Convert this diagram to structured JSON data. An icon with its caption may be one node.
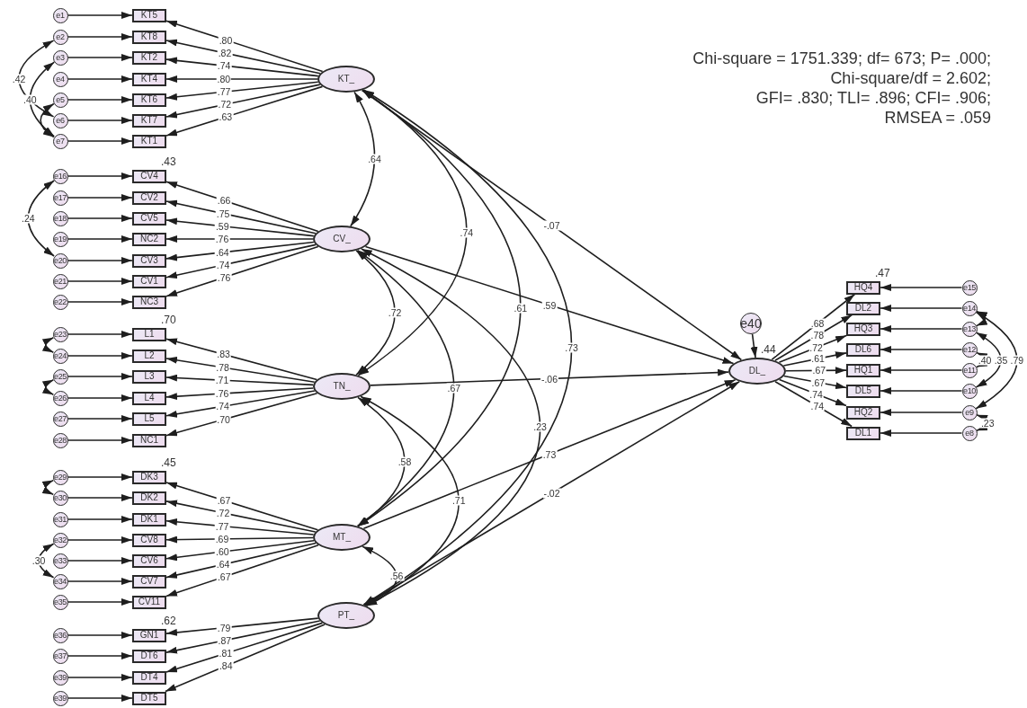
{
  "diagram": {
    "nodes": [
      {
        "text": [
          "KT_"
        ]
      },
      {
        "text": [
          "CV_"
        ]
      },
      {
        "text": [
          "TN_"
        ]
      },
      {
        "text": [
          "MT_"
        ]
      },
      {
        "text": [
          "PT_"
        ]
      },
      {
        "text": [
          "DL_"
        ],
        "beside": [
          ".44"
        ]
      },
      {
        "text": [
          "e40"
        ]
      },
      {
        "text": [
          "KT5"
        ]
      },
      {
        "text": [
          "KT8"
        ]
      },
      {
        "text": [
          "KT2"
        ]
      },
      {
        "text": [
          "KT4"
        ]
      },
      {
        "text": [
          "KT6"
        ]
      },
      {
        "text": [
          "KT7"
        ]
      },
      {
        "text": [
          "KT1"
        ]
      },
      {
        "text": [
          "CV4"
        ],
        "beside": [
          ".43"
        ]
      },
      {
        "text": [
          "CV2"
        ]
      },
      {
        "text": [
          "CV5"
        ]
      },
      {
        "text": [
          "NC2"
        ]
      },
      {
        "text": [
          "CV3"
        ]
      },
      {
        "text": [
          "CV1"
        ]
      },
      {
        "text": [
          "NC3"
        ]
      },
      {
        "text": [
          "L1"
        ],
        "beside": [
          ".70"
        ]
      },
      {
        "text": [
          "L2"
        ]
      },
      {
        "text": [
          "L3"
        ]
      },
      {
        "text": [
          "L4"
        ]
      },
      {
        "text": [
          "L5"
        ]
      },
      {
        "text": [
          "NC1"
        ]
      },
      {
        "text": [
          "DK3"
        ],
        "beside": [
          ".45"
        ]
      },
      {
        "text": [
          "DK2"
        ]
      },
      {
        "text": [
          "DK1"
        ]
      },
      {
        "text": [
          "CV8"
        ]
      },
      {
        "text": [
          "CV6"
        ]
      },
      {
        "text": [
          "CV7"
        ]
      },
      {
        "text": [
          "CV11"
        ]
      },
      {
        "text": [
          "GN1"
        ],
        "beside": [
          ".62"
        ]
      },
      {
        "text": [
          "DT6"
        ]
      },
      {
        "text": [
          "DT4"
        ]
      },
      {
        "text": [
          "DT5"
        ]
      },
      {
        "text": [
          "e1"
        ]
      },
      {
        "text": [
          "e2"
        ]
      },
      {
        "text": [
          "e3"
        ]
      },
      {
        "text": [
          "e4"
        ]
      },
      {
        "text": [
          "e5"
        ]
      },
      {
        "text": [
          "e6"
        ]
      },
      {
        "text": [
          "e7"
        ]
      },
      {
        "text": [
          "e16"
        ]
      },
      {
        "text": [
          "e17"
        ]
      },
      {
        "text": [
          "e18"
        ]
      },
      {
        "text": [
          "e19"
        ]
      },
      {
        "text": [
          "e20"
        ]
      },
      {
        "text": [
          "e21"
        ]
      },
      {
        "text": [
          "e22"
        ]
      },
      {
        "text": [
          "e23"
        ]
      },
      {
        "text": [
          "e24"
        ]
      },
      {
        "text": [
          "e25"
        ]
      },
      {
        "text": [
          "e26"
        ]
      },
      {
        "text": [
          "e27"
        ]
      },
      {
        "text": [
          "e28"
        ]
      },
      {
        "text": [
          "e29"
        ]
      },
      {
        "text": [
          "e30"
        ]
      },
      {
        "text": [
          "e31"
        ]
      },
      {
        "text": [
          "e32"
        ]
      },
      {
        "text": [
          "e33"
        ]
      },
      {
        "text": [
          "e34"
        ]
      },
      {
        "text": [
          "e35"
        ]
      },
      {
        "text": [
          "e36"
        ]
      },
      {
        "text": [
          "e37"
        ]
      },
      {
        "text": [
          "e39"
        ]
      },
      {
        "text": [
          "e39"
        ]
      },
      {
        "text": [
          "HQ4"
        ],
        "beside": [
          ".47"
        ]
      },
      {
        "text": [
          "DL2"
        ]
      },
      {
        "text": [
          "HQ3"
        ]
      },
      {
        "text": [
          "DL6"
        ]
      },
      {
        "text": [
          "HQ1"
        ]
      },
      {
        "text": [
          "DL5"
        ]
      },
      {
        "text": [
          "HQ2"
        ]
      },
      {
        "text": [
          "DL1"
        ]
      },
      {
        "text": [
          "e15"
        ]
      },
      {
        "text": [
          "e14"
        ]
      },
      {
        "text": [
          "e13"
        ]
      },
      {
        "text": [
          "e12"
        ]
      },
      {
        "text": [
          "e11"
        ]
      },
      {
        "text": [
          "e10"
        ]
      },
      {
        "text": [
          "e9"
        ]
      },
      {
        "text": [
          "e8"
        ]
      }
    ],
    "edges": [
      {
        "from": 0,
        "to": 7,
        "arrow": "to",
        "label": ".80"
      },
      {
        "from": 0,
        "to": 8,
        "arrow": "to",
        "label": ".82"
      },
      {
        "from": 0,
        "to": 9,
        "arrow": "to",
        "label": ".74"
      },
      {
        "from": 0,
        "to": 10,
        "arrow": "to",
        "label": ".80"
      },
      {
        "from": 0,
        "to": 11,
        "arrow": "to",
        "label": ".77"
      },
      {
        "from": 0,
        "to": 12,
        "arrow": "to",
        "label": ".72"
      },
      {
        "from": 0,
        "to": 13,
        "arrow": "to",
        "label": ".63"
      },
      {
        "from": 1,
        "to": 14,
        "arrow": "to",
        "label": ".66"
      },
      {
        "from": 1,
        "to": 15,
        "arrow": "to",
        "label": ".75"
      },
      {
        "from": 1,
        "to": 16,
        "arrow": "to",
        "label": ".59"
      },
      {
        "from": 1,
        "to": 17,
        "arrow": "to",
        "label": ".76"
      },
      {
        "from": 1,
        "to": 18,
        "arrow": "to",
        "label": ".64"
      },
      {
        "from": 1,
        "to": 19,
        "arrow": "to",
        "label": ".74"
      },
      {
        "from": 1,
        "to": 20,
        "arrow": "to",
        "label": ".76"
      },
      {
        "from": 2,
        "to": 21,
        "arrow": "to",
        "label": ".83"
      },
      {
        "from": 2,
        "to": 22,
        "arrow": "to",
        "label": ".78"
      },
      {
        "from": 2,
        "to": 23,
        "arrow": "to",
        "label": ".71"
      },
      {
        "from": 2,
        "to": 24,
        "arrow": "to",
        "label": ".76"
      },
      {
        "from": 2,
        "to": 25,
        "arrow": "to",
        "label": ".74"
      },
      {
        "from": 2,
        "to": 26,
        "arrow": "to",
        "label": ".70"
      },
      {
        "from": 3,
        "to": 27,
        "arrow": "to",
        "label": ".67"
      },
      {
        "from": 3,
        "to": 28,
        "arrow": "to",
        "label": ".72"
      },
      {
        "from": 3,
        "to": 29,
        "arrow": "to",
        "label": ".77"
      },
      {
        "from": 3,
        "to": 30,
        "arrow": "to",
        "label": ".69"
      },
      {
        "from": 3,
        "to": 31,
        "arrow": "to",
        "label": ".60"
      },
      {
        "from": 3,
        "to": 32,
        "arrow": "to",
        "label": ".64"
      },
      {
        "from": 3,
        "to": 33,
        "arrow": "to",
        "label": ".67"
      },
      {
        "from": 4,
        "to": 34,
        "arrow": "to",
        "label": ".79"
      },
      {
        "from": 4,
        "to": 35,
        "arrow": "to",
        "label": ".87"
      },
      {
        "from": 4,
        "to": 36,
        "arrow": "to",
        "label": ".81"
      },
      {
        "from": 4,
        "to": 37,
        "arrow": "to",
        "label": ".84"
      },
      {
        "from": 38,
        "to": 7,
        "arrow": "to"
      },
      {
        "from": 39,
        "to": 8,
        "arrow": "to"
      },
      {
        "from": 40,
        "to": 9,
        "arrow": "to"
      },
      {
        "from": 41,
        "to": 10,
        "arrow": "to"
      },
      {
        "from": 42,
        "to": 11,
        "arrow": "to"
      },
      {
        "from": 43,
        "to": 12,
        "arrow": "to"
      },
      {
        "from": 44,
        "to": 13,
        "arrow": "to"
      },
      {
        "from": 45,
        "to": 14,
        "arrow": "to"
      },
      {
        "from": 46,
        "to": 15,
        "arrow": "to"
      },
      {
        "from": 47,
        "to": 16,
        "arrow": "to"
      },
      {
        "from": 48,
        "to": 17,
        "arrow": "to"
      },
      {
        "from": 49,
        "to": 18,
        "arrow": "to"
      },
      {
        "from": 50,
        "to": 19,
        "arrow": "to"
      },
      {
        "from": 51,
        "to": 20,
        "arrow": "to"
      },
      {
        "from": 52,
        "to": 21,
        "arrow": "to"
      },
      {
        "from": 53,
        "to": 22,
        "arrow": "to"
      },
      {
        "from": 54,
        "to": 23,
        "arrow": "to"
      },
      {
        "from": 55,
        "to": 24,
        "arrow": "to"
      },
      {
        "from": 56,
        "to": 25,
        "arrow": "to"
      },
      {
        "from": 57,
        "to": 26,
        "arrow": "to"
      },
      {
        "from": 58,
        "to": 27,
        "arrow": "to"
      },
      {
        "from": 59,
        "to": 28,
        "arrow": "to"
      },
      {
        "from": 60,
        "to": 29,
        "arrow": "to"
      },
      {
        "from": 61,
        "to": 30,
        "arrow": "to"
      },
      {
        "from": 62,
        "to": 31,
        "arrow": "to"
      },
      {
        "from": 63,
        "to": 32,
        "arrow": "to"
      },
      {
        "from": 64,
        "to": 33,
        "arrow": "to"
      },
      {
        "from": 65,
        "to": 34,
        "arrow": "to"
      },
      {
        "from": 66,
        "to": 35,
        "arrow": "to"
      },
      {
        "from": 67,
        "to": 36,
        "arrow": "to"
      },
      {
        "from": 68,
        "to": 37,
        "arrow": "to"
      },
      {
        "from": 6,
        "to": 5,
        "arrow": "to"
      },
      {
        "from": 0,
        "to": 5,
        "arrow": "to",
        "label": "-.07"
      },
      {
        "from": 1,
        "to": 5,
        "arrow": "to",
        "label": ".59"
      },
      {
        "from": 2,
        "to": 5,
        "arrow": "to",
        "label": "-.06"
      },
      {
        "from": 3,
        "to": 5,
        "arrow": "to",
        "label": ".73"
      },
      {
        "from": 4,
        "to": 5,
        "arrow": "to",
        "label": "-.02"
      },
      {
        "from": 5,
        "to": 69,
        "arrow": "to",
        "label": ".68"
      },
      {
        "from": 5,
        "to": 70,
        "arrow": "to",
        "label": ".78"
      },
      {
        "from": 5,
        "to": 71,
        "arrow": "to",
        "label": ".72"
      },
      {
        "from": 5,
        "to": 72,
        "arrow": "to",
        "label": ".61"
      },
      {
        "from": 5,
        "to": 73,
        "arrow": "to",
        "label": ".67"
      },
      {
        "from": 5,
        "to": 74,
        "arrow": "to",
        "label": ".67"
      },
      {
        "from": 5,
        "to": 75,
        "arrow": "to",
        "label": ".74"
      },
      {
        "from": 5,
        "to": 76,
        "arrow": "to",
        "label": ".74"
      },
      {
        "from": 77,
        "to": 69,
        "arrow": "to"
      },
      {
        "from": 78,
        "to": 70,
        "arrow": "to"
      },
      {
        "from": 79,
        "to": 71,
        "arrow": "to"
      },
      {
        "from": 80,
        "to": 72,
        "arrow": "to"
      },
      {
        "from": 81,
        "to": 73,
        "arrow": "to"
      },
      {
        "from": 82,
        "to": 74,
        "arrow": "to"
      },
      {
        "from": 83,
        "to": 75,
        "arrow": "to"
      },
      {
        "from": 84,
        "to": 76,
        "arrow": "to"
      },
      {
        "from": 0,
        "to": 1,
        "arrow": "both",
        "label": ".64"
      },
      {
        "from": 0,
        "to": 2,
        "arrow": "both",
        "label": ".74"
      },
      {
        "from": 0,
        "to": 3,
        "arrow": "both",
        "label": ".61"
      },
      {
        "from": 0,
        "to": 4,
        "arrow": "both",
        "label": ".73"
      },
      {
        "from": 1,
        "to": 2,
        "arrow": "both",
        "label": ".72"
      },
      {
        "from": 1,
        "to": 3,
        "arrow": "both",
        "label": ".67"
      },
      {
        "from": 1,
        "to": 4,
        "arrow": "both",
        "label": ".23"
      },
      {
        "from": 2,
        "to": 3,
        "arrow": "both",
        "label": ".58"
      },
      {
        "from": 2,
        "to": 4,
        "arrow": "both",
        "label": ".71"
      },
      {
        "from": 3,
        "to": 4,
        "arrow": "both",
        "label": ".56"
      },
      {
        "from": 39,
        "to": 43,
        "arrow": "both",
        "label": ".42"
      },
      {
        "from": 40,
        "to": 44,
        "arrow": "both",
        "label": ".40"
      },
      {
        "from": 42,
        "to": 44,
        "arrow": "both"
      },
      {
        "from": 45,
        "to": 49,
        "arrow": "both",
        "label": ".24"
      },
      {
        "from": 52,
        "to": 53,
        "arrow": "both"
      },
      {
        "from": 54,
        "to": 55,
        "arrow": "both"
      },
      {
        "from": 58,
        "to": 59,
        "arrow": "both"
      },
      {
        "from": 61,
        "to": 63,
        "arrow": "both",
        "label": ".30"
      },
      {
        "from": 78,
        "to": 79,
        "arrow": "both"
      },
      {
        "from": 80,
        "to": 81,
        "arrow": "both",
        "label": ".40"
      },
      {
        "from": 79,
        "to": 82,
        "arrow": "both",
        "label": ".35"
      },
      {
        "from": 78,
        "to": 83,
        "arrow": "both",
        "label": ".79"
      },
      {
        "from": 83,
        "to": 84,
        "arrow": "both",
        "label": ".23"
      }
    ],
    "labels": [
      "Chi-square = 1751.339; df= 673; P= .000;",
      "Chi-square/df = 2.602;",
      "GFI= .830; TLI= .896; CFI= .906;",
      "RMSEA = .059"
    ]
  }
}
